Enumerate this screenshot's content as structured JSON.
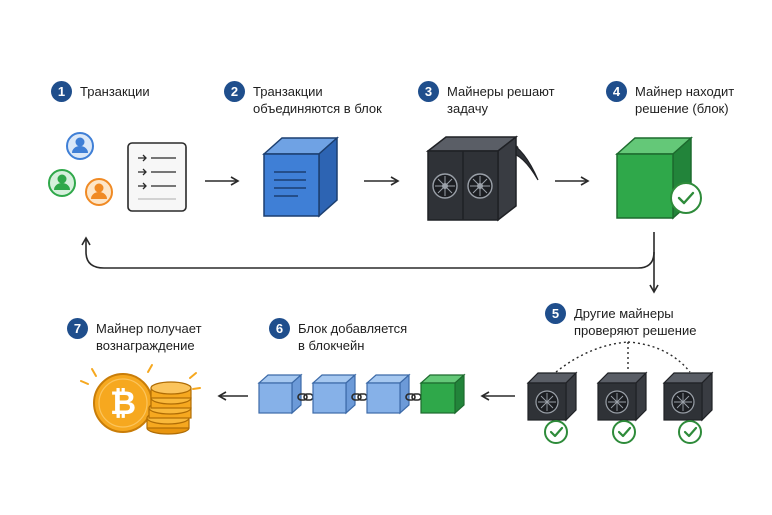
{
  "colors": {
    "badge": "#1f4e8c",
    "blue_block": "#3f7fd6",
    "green_block": "#2fa84a",
    "light_blue": "#7fb0e8",
    "check": "#2e8b3a",
    "coin": "#f6a81f",
    "dark": "#2f3237",
    "arrow": "#2a2a2a"
  },
  "steps": [
    {
      "num": "1",
      "lines": [
        "Транзакции"
      ]
    },
    {
      "num": "2",
      "lines": [
        "Транзакции",
        "объединяются в блок"
      ]
    },
    {
      "num": "3",
      "lines": [
        "Майнеры решают",
        "задачу"
      ]
    },
    {
      "num": "4",
      "lines": [
        "Майнер находит",
        "решение (блок)"
      ]
    },
    {
      "num": "5",
      "lines": [
        "Другие майнеры",
        "проверяют решение"
      ]
    },
    {
      "num": "6",
      "lines": [
        "Блок добавляется",
        "в блокчейн"
      ]
    },
    {
      "num": "7",
      "lines": [
        "Майнер получает",
        "вознаграждение"
      ]
    }
  ],
  "icons": [
    "user-icon",
    "document-icon",
    "block-icon",
    "miner-rig-icon",
    "pickaxe-icon",
    "check-icon",
    "chain-icon",
    "bitcoin-icon",
    "coin-stack-icon"
  ]
}
